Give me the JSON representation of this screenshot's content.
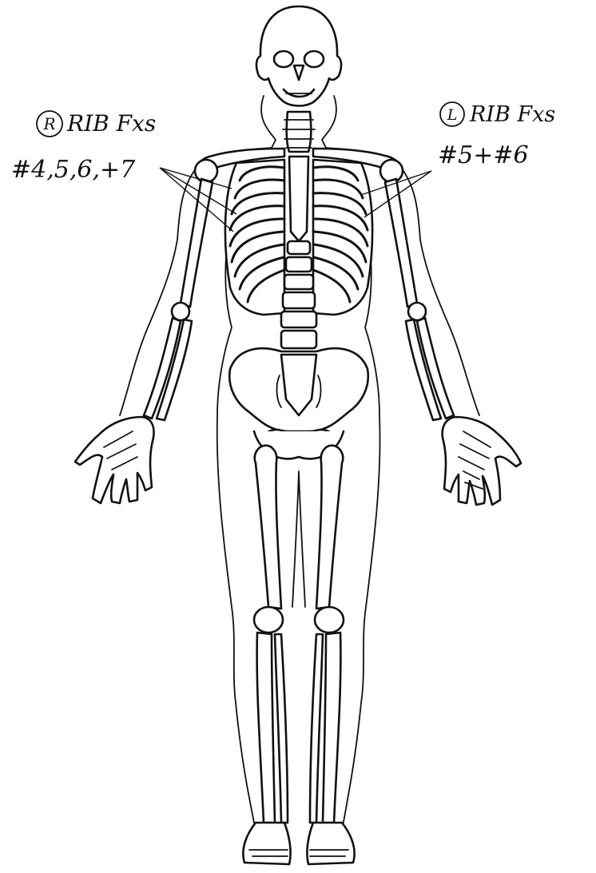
{
  "annotations": {
    "right": {
      "circled_letter": "R",
      "title": "RIB Fxs",
      "detail": "#4,5,6,+7"
    },
    "left": {
      "circled_letter": "L",
      "title": "RIB Fxs",
      "detail": "#5+#6"
    }
  },
  "colors": {
    "ink": "#111111",
    "paper": "#ffffff"
  },
  "figure": "skeleton-anterior-view"
}
